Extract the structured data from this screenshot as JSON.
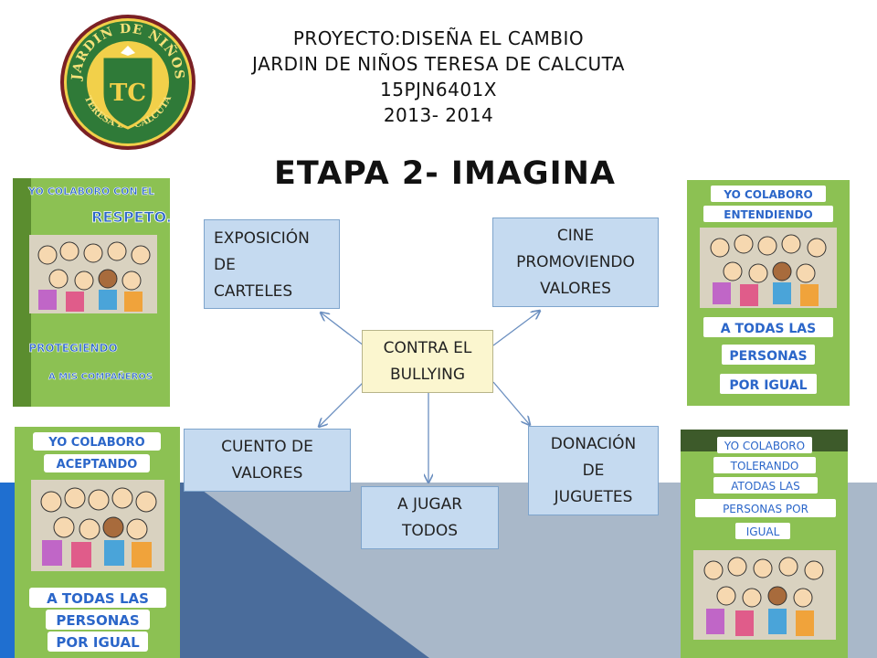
{
  "header": {
    "line1": "PROYECTO:DISEÑA EL CAMBIO",
    "line2": "JARDIN DE NIÑOS TERESA DE CALCUTA",
    "line3": "15PJN6401X",
    "line4": "2013- 2014"
  },
  "stage_title": "ETAPA 2- IMAGINA",
  "logo": {
    "top_text": "JARDIN DE NIÑOS",
    "bottom_text": "TERESA DE CALCUTA",
    "initials": "TC"
  },
  "diagram": {
    "center": {
      "line1": "CONTRA EL",
      "line2": "BULLYING"
    },
    "exposicion": {
      "line1": "EXPOSICIÓN",
      "line2": "DE",
      "line3": "CARTELES"
    },
    "cine": {
      "line1": "CINE",
      "line2": "PROMOVIENDO",
      "line3": "VALORES"
    },
    "cuento": {
      "line1": "CUENTO DE",
      "line2": "VALORES"
    },
    "jugar": {
      "line1": "A JUGAR",
      "line2": "TODOS"
    },
    "donacion": {
      "line1": "DONACIÓN",
      "line2": "DE",
      "line3": "JUGUETES"
    }
  },
  "posters": {
    "top_left": {
      "line1": "YO COLABORO CON EL",
      "line2": "RESPETO.",
      "line3": "PROTEGIENDO",
      "line4": "A MIS COMPAÑEROS"
    },
    "bottom_left": {
      "line1": "YO COLABORO",
      "line2": "ACEPTANDO",
      "line3": "A TODAS LAS",
      "line4": "PERSONAS",
      "line5": "POR IGUAL"
    },
    "top_right": {
      "line1": "YO COLABORO",
      "line2": "ENTENDIENDO",
      "line3": "A TODAS LAS",
      "line4": "PERSONAS",
      "line5": "POR IGUAL"
    },
    "bottom_right": {
      "line1": "YO COLABORO",
      "line2": "TOLERANDO",
      "line3": "ATODAS LAS",
      "line4": "PERSONAS POR",
      "line5": "IGUAL"
    }
  },
  "colors": {
    "box_fill": "#c5daf0",
    "center_fill": "#fbf6cf",
    "poster_green": "#8cc153",
    "band_dark": "#4a6c9b",
    "band_light": "#a9b8c9",
    "accent_blue": "#1f6fd0"
  }
}
